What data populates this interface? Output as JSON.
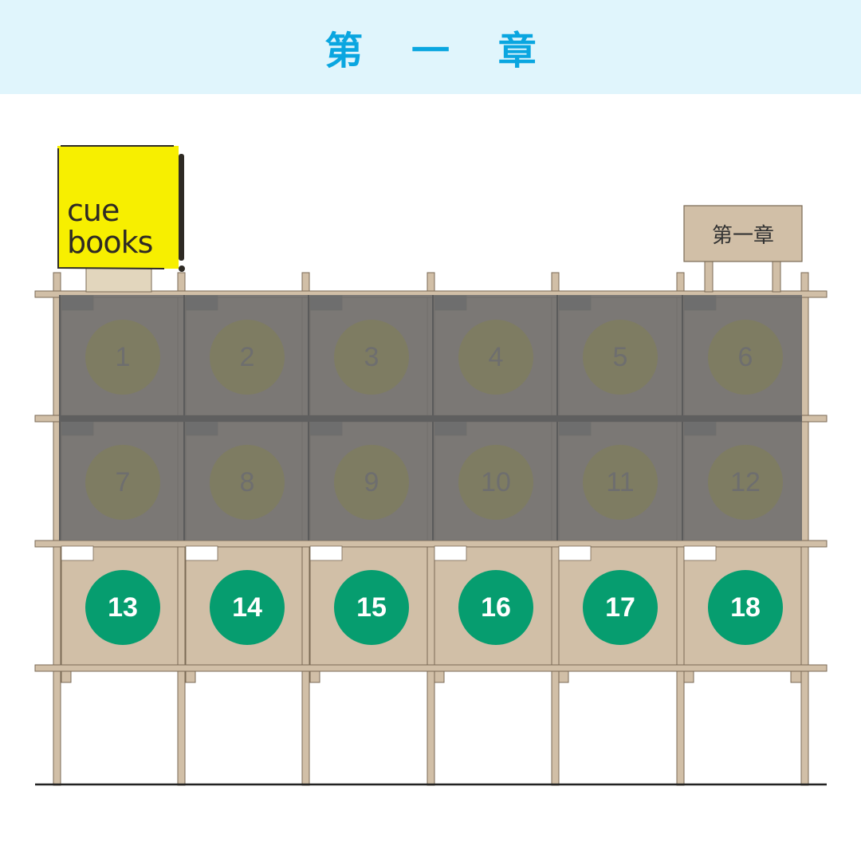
{
  "header": {
    "title": "第 一 章"
  },
  "logo": {
    "line1": "cue",
    "line2": "books",
    "mark": "!"
  },
  "sign": {
    "label": "第一章"
  },
  "colors": {
    "header_bg": "#e0f5fc",
    "header_text": "#0aa6e0",
    "wood": "#d1bfa7",
    "wood_line": "#7a6a55",
    "taken_overlay": "#6e6e6e",
    "taken_circle": "#7e7c62",
    "available_circle": "#069d6f",
    "logo_yellow": "#f7ef00"
  },
  "slots": [
    {
      "label": "1",
      "status": "taken"
    },
    {
      "label": "2",
      "status": "taken"
    },
    {
      "label": "3",
      "status": "taken"
    },
    {
      "label": "4",
      "status": "taken"
    },
    {
      "label": "5",
      "status": "taken"
    },
    {
      "label": "6",
      "status": "taken"
    },
    {
      "label": "7",
      "status": "taken"
    },
    {
      "label": "8",
      "status": "taken"
    },
    {
      "label": "9",
      "status": "taken"
    },
    {
      "label": "10",
      "status": "taken"
    },
    {
      "label": "11",
      "status": "taken"
    },
    {
      "label": "12",
      "status": "taken"
    },
    {
      "label": "13",
      "status": "available"
    },
    {
      "label": "14",
      "status": "available"
    },
    {
      "label": "15",
      "status": "available"
    },
    {
      "label": "16",
      "status": "available"
    },
    {
      "label": "17",
      "status": "available"
    },
    {
      "label": "18",
      "status": "available"
    }
  ]
}
